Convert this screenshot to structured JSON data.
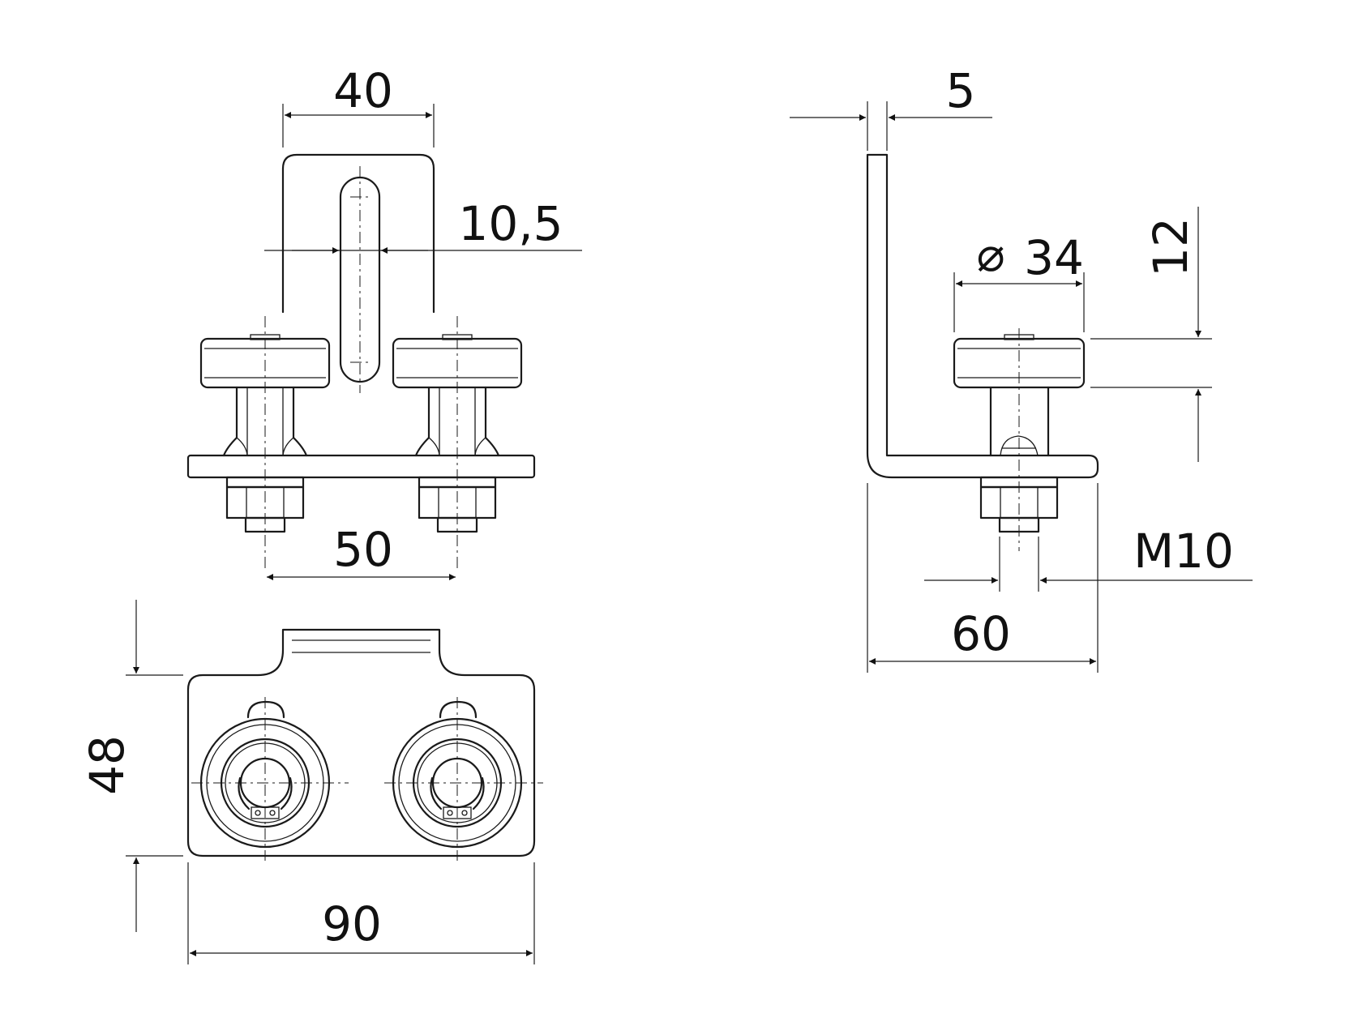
{
  "drawing": {
    "views": [
      "front-view",
      "side-view",
      "top-view"
    ],
    "dimensions": {
      "top_width": "40",
      "slot_width": "10,5",
      "wheel_spacing": "50",
      "plate_thickness": "5",
      "wheel_diameter_symbol": "⌀",
      "wheel_diameter": "34",
      "wheel_height": "12",
      "thread": "M10",
      "depth": "60",
      "height": "48",
      "width": "90"
    },
    "line_color": "#1a1a1a",
    "background": "#ffffff"
  }
}
